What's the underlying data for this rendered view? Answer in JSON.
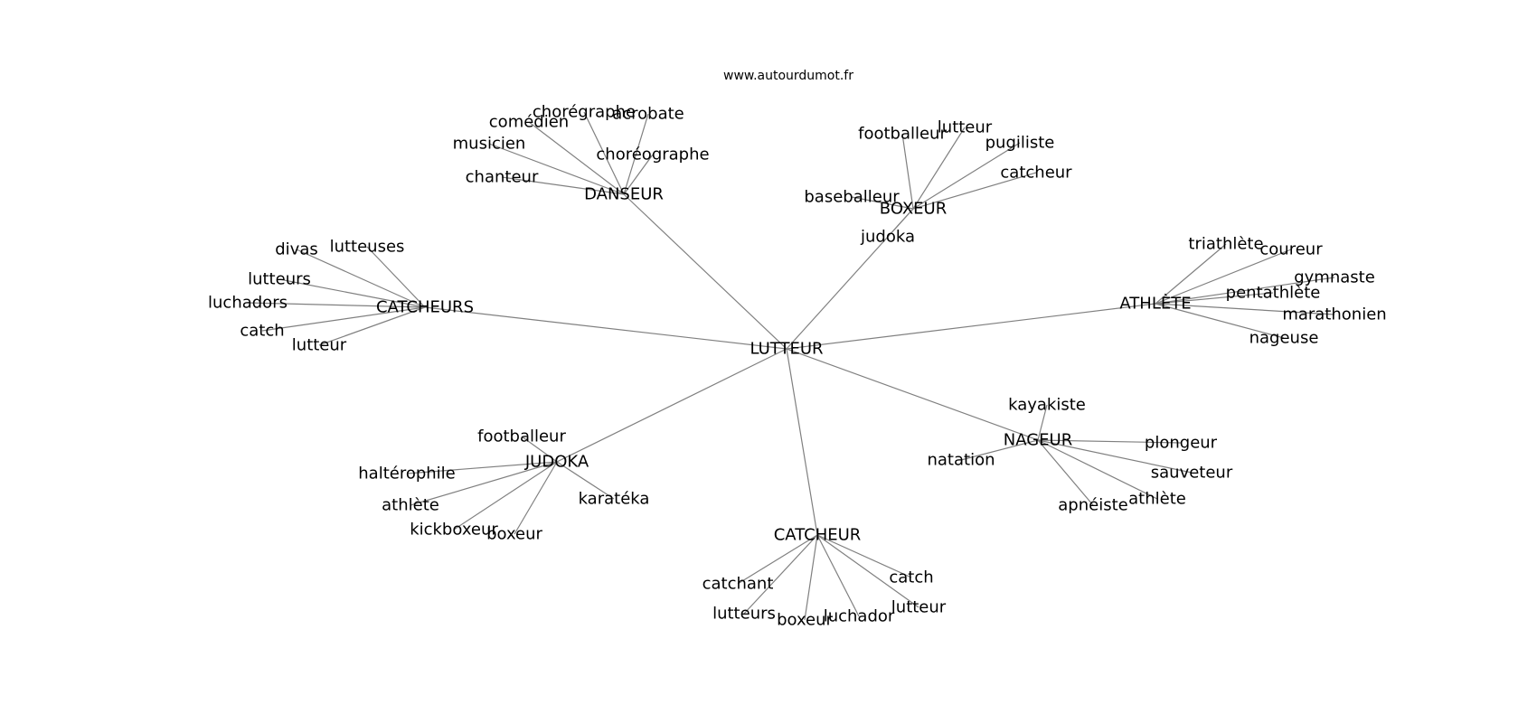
{
  "site": "www.autourdumot.fr",
  "colors": {
    "background": "#ffffff",
    "edge": "#808080",
    "text": "#000000"
  },
  "center": "LUTTEUR",
  "hubs": [
    {
      "id": "danseur",
      "label": "DANSEUR",
      "leaves": [
        "chorégraphe",
        "acrobate",
        "comédien",
        "musicien",
        "choréographe",
        "chanteur"
      ]
    },
    {
      "id": "boxeur",
      "label": "BOXEUR",
      "leaves": [
        "footballeur",
        "lutteur",
        "pugiliste",
        "catcheur",
        "baseballeur",
        "judoka"
      ]
    },
    {
      "id": "catcheurs",
      "label": "CATCHEURS",
      "leaves": [
        "divas",
        "lutteuses",
        "lutteurs",
        "luchadors",
        "catch",
        "lutteur"
      ]
    },
    {
      "id": "athlete",
      "label": "ATHLÈTE",
      "leaves": [
        "triathlète",
        "coureur",
        "gymnaste",
        "pentathlète",
        "marathonien",
        "nageuse"
      ]
    },
    {
      "id": "judoka",
      "label": "JUDOKA",
      "leaves": [
        "footballeur",
        "haltérophile",
        "athlète",
        "kickboxeur",
        "boxeur",
        "karatéka"
      ]
    },
    {
      "id": "nageur",
      "label": "NAGEUR",
      "leaves": [
        "kayakiste",
        "plongeur",
        "natation",
        "sauveteur",
        "apnéiste",
        "athlète"
      ]
    },
    {
      "id": "catcheur",
      "label": "CATCHEUR",
      "leaves": [
        "catchant",
        "catch",
        "lutteurs",
        "boxeur",
        "luchador",
        "lutteur"
      ]
    }
  ]
}
